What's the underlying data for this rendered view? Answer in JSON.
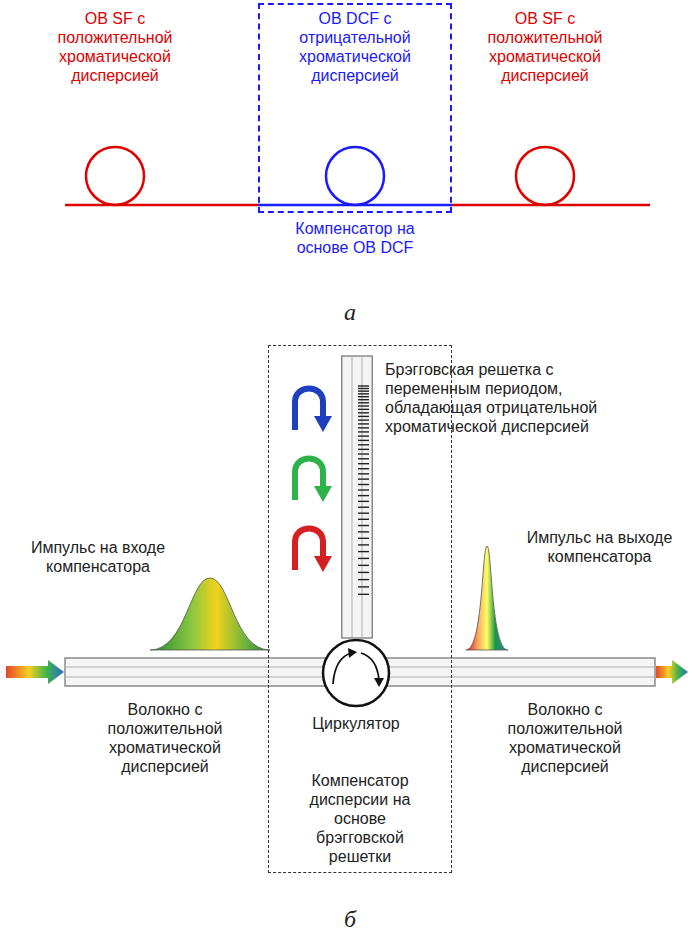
{
  "diagram": {
    "nodes": [
      {
        "text": [
          "ОВ SF с положительной хроматической дисперсией"
        ]
      },
      {
        "text": [
          "Компенсатор на основе ОВ DCF"
        ]
      },
      {
        "text": [
          "ОВ DCF с отрицательной хроматической дисперсией"
        ],
        "in": 1
      },
      {
        "text": [
          "ОВ SF с положительной хроматической дисперсией"
        ]
      },
      {
        "text": [
          "Компенсатор дисперсии на основе брэгговской решетки"
        ]
      },
      {
        "text": [
          "Циркулятор"
        ],
        "in": 4
      },
      {
        "text": [
          "Брэгговская решетка с переменным периодом, обладающая отрицательной хроматической дисперсией"
        ],
        "in": 4
      }
    ],
    "edges": [
      {
        "from": 0,
        "to": 2,
        "arrow": "none"
      },
      {
        "from": 2,
        "to": 3,
        "arrow": "none"
      }
    ],
    "labels": [
      "а",
      "Импульс на входе компенсатора",
      "Импульс на выходе компенсатора",
      "Волокно с положительной хроматической дисперсией",
      "Волокно с положительной хроматической дисперсией",
      "б"
    ]
  }
}
